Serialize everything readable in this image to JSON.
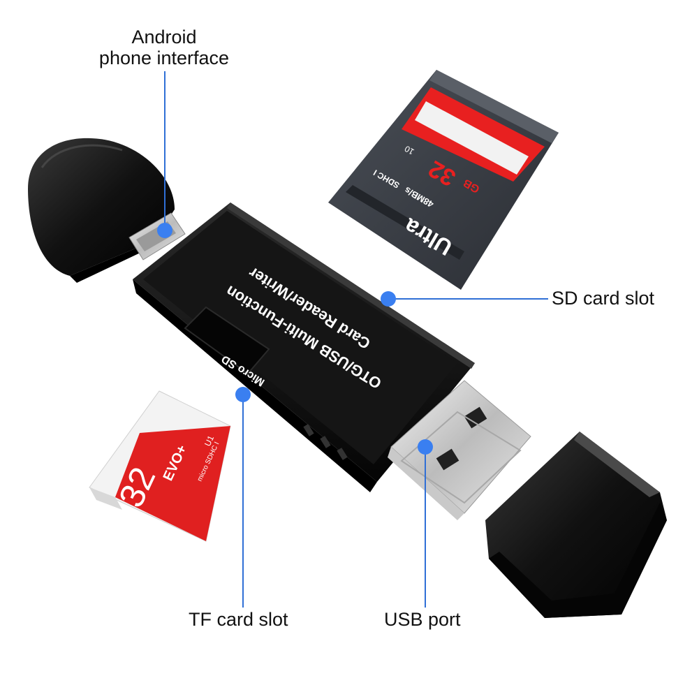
{
  "callouts": {
    "android_line1": "Android",
    "android_line2": "phone interface",
    "sd_slot": "SD card slot",
    "tf_slot": "TF card slot",
    "usb_port": "USB port"
  },
  "device": {
    "text_line1": "OTG/USB Multi-Function",
    "text_line2": "Card Reader/Writer",
    "slot_label": "Micro SD"
  },
  "sd_card": {
    "brand": "Ultra",
    "capacity": "32",
    "capacity_unit": "GB",
    "speed": "48MB/s",
    "sdhc": "SDHC I",
    "class": "10"
  },
  "tf_card": {
    "capacity": "32",
    "brand": "EVO+",
    "sdhc": "micro SDHC I",
    "uhs": "U1"
  },
  "colors": {
    "callout_line": "#2f6fd6",
    "dot": "#3a7ff0",
    "device_body": "#111111",
    "sd_card_body": "#3b3f45",
    "card_red": "#e02020"
  }
}
